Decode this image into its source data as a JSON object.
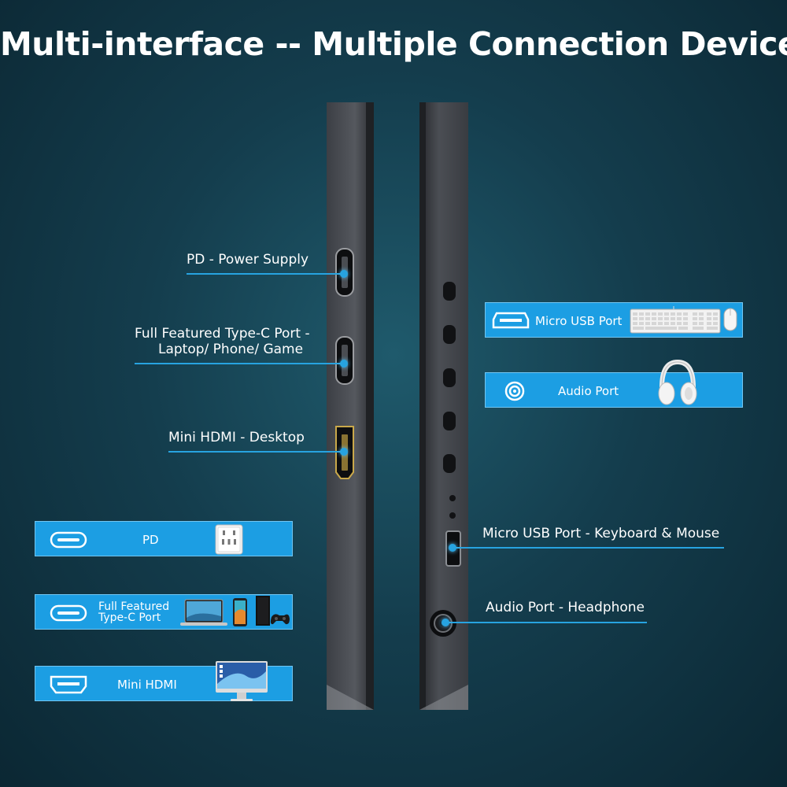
{
  "title": "Multi-interface -- Multiple Connection Devices",
  "left_callouts": {
    "pd": "PD - Power Supply",
    "typec_line1": "Full Featured Type-C Port -",
    "typec_line2": "Laptop/ Phone/ Game",
    "hdmi": "Mini HDMI - Desktop"
  },
  "right_callouts": {
    "micro_usb": "Micro USB Port - Keyboard & Mouse",
    "audio": "Audio Port - Headphone"
  },
  "left_bars": {
    "pd": "PD",
    "typec_line1": "Full Featured",
    "typec_line2": "Type-C Port",
    "hdmi": "Mini HDMI"
  },
  "right_bars": {
    "micro_usb": "Micro USB Port",
    "audio": "Audio Port"
  },
  "colors": {
    "accent": "#1c9ee3",
    "line": "#27a3e0",
    "background": "#143d4d"
  }
}
